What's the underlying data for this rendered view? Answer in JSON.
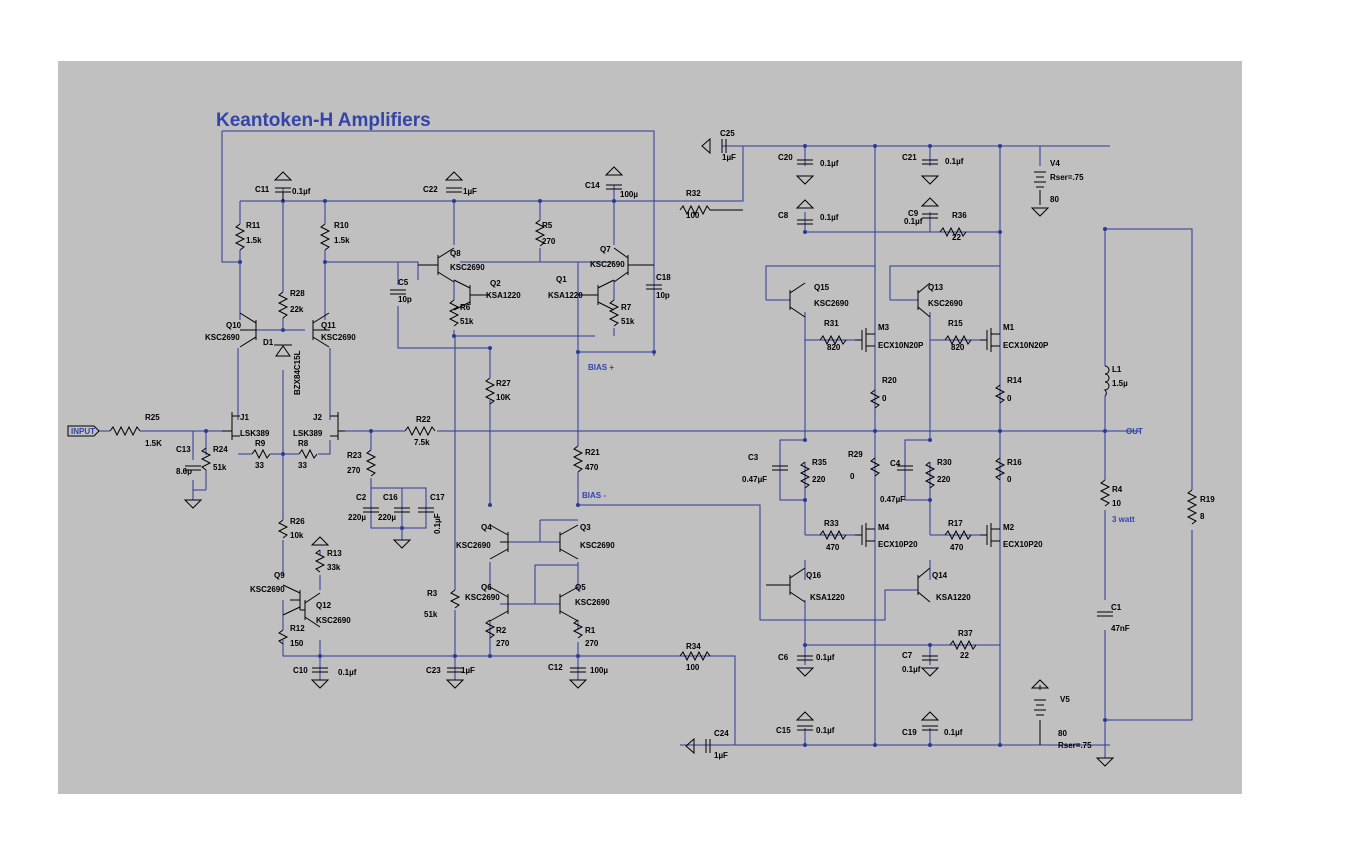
{
  "title": "Keantoken-H Amplifiers",
  "nets": {
    "input": "INPUT",
    "out": "OUT",
    "bias_plus": "BIAS +",
    "bias_minus": "BIAS -"
  },
  "colors": {
    "sheet": "#c0c0c0",
    "wire": "#2b3a9a",
    "title": "#3344aa"
  },
  "components": [
    {
      "id": "R25",
      "ref": "R25",
      "value": "1.5K"
    },
    {
      "id": "C13",
      "ref": "C13",
      "value": "8.6p"
    },
    {
      "id": "R24",
      "ref": "R24",
      "value": "51k"
    },
    {
      "id": "J1",
      "ref": "J1",
      "value": "LSK389"
    },
    {
      "id": "J2",
      "ref": "J2",
      "value": "LSK389"
    },
    {
      "id": "R9",
      "ref": "R9",
      "value": "33"
    },
    {
      "id": "R8",
      "ref": "R8",
      "value": "33"
    },
    {
      "id": "R22",
      "ref": "R22",
      "value": "7.5k"
    },
    {
      "id": "R23",
      "ref": "R23",
      "value": "270"
    },
    {
      "id": "C2",
      "ref": "C2",
      "value": "220µ"
    },
    {
      "id": "C16",
      "ref": "C16",
      "value": "220µ"
    },
    {
      "id": "C17",
      "ref": "C17",
      "value": "0.1µF"
    },
    {
      "id": "R26",
      "ref": "R26",
      "value": "10k"
    },
    {
      "id": "R13",
      "ref": "R13",
      "value": "33k"
    },
    {
      "id": "Q9",
      "ref": "Q9",
      "value": "KSC2690"
    },
    {
      "id": "Q12",
      "ref": "Q12",
      "value": "KSC2690"
    },
    {
      "id": "R12",
      "ref": "R12",
      "value": "150"
    },
    {
      "id": "C10",
      "ref": "C10",
      "value": "0.1µf"
    },
    {
      "id": "C11",
      "ref": "C11",
      "value": "0.1µf"
    },
    {
      "id": "R11",
      "ref": "R11",
      "value": "1.5k"
    },
    {
      "id": "R10",
      "ref": "R10",
      "value": "1.5k"
    },
    {
      "id": "R28",
      "ref": "R28",
      "value": "22k"
    },
    {
      "id": "Q10",
      "ref": "Q10",
      "value": "KSC2690"
    },
    {
      "id": "Q11",
      "ref": "Q11",
      "value": "KSC2690"
    },
    {
      "id": "D1",
      "ref": "D1",
      "value": "BZX84C15L"
    },
    {
      "id": "C22",
      "ref": "C22",
      "value": "1µF"
    },
    {
      "id": "C14",
      "ref": "C14",
      "value": "100µ"
    },
    {
      "id": "R5",
      "ref": "R5",
      "value": "270"
    },
    {
      "id": "Q8",
      "ref": "Q8",
      "value": "KSC2690"
    },
    {
      "id": "Q7",
      "ref": "Q7",
      "value": "KSC2690"
    },
    {
      "id": "Q2",
      "ref": "Q2",
      "value": "KSA1220"
    },
    {
      "id": "Q1",
      "ref": "Q1",
      "value": "KSA1220"
    },
    {
      "id": "C5",
      "ref": "C5",
      "value": "10p"
    },
    {
      "id": "C18",
      "ref": "C18",
      "value": "10p"
    },
    {
      "id": "R6",
      "ref": "R6",
      "value": "51k"
    },
    {
      "id": "R7",
      "ref": "R7",
      "value": "51k"
    },
    {
      "id": "R27",
      "ref": "R27",
      "value": "10K"
    },
    {
      "id": "R21",
      "ref": "R21",
      "value": "470"
    },
    {
      "id": "Q4",
      "ref": "Q4",
      "value": "KSC2690"
    },
    {
      "id": "Q3",
      "ref": "Q3",
      "value": "KSC2690"
    },
    {
      "id": "Q6",
      "ref": "Q6",
      "value": "KSC2690"
    },
    {
      "id": "Q5",
      "ref": "Q5",
      "value": "KSC2690"
    },
    {
      "id": "R3",
      "ref": "R3",
      "value": "51k"
    },
    {
      "id": "R2",
      "ref": "R2",
      "value": "270"
    },
    {
      "id": "R1",
      "ref": "R1",
      "value": "270"
    },
    {
      "id": "C23",
      "ref": "C23",
      "value": "1µF"
    },
    {
      "id": "C12",
      "ref": "C12",
      "value": "100µ"
    },
    {
      "id": "R32",
      "ref": "R32",
      "value": "100"
    },
    {
      "id": "C25",
      "ref": "C25",
      "value": "1µF"
    },
    {
      "id": "R34",
      "ref": "R34",
      "value": "100"
    },
    {
      "id": "C24",
      "ref": "C24",
      "value": "1µF"
    },
    {
      "id": "C20",
      "ref": "C20",
      "value": "0.1µf"
    },
    {
      "id": "C21",
      "ref": "C21",
      "value": "0.1µf"
    },
    {
      "id": "C8",
      "ref": "C8",
      "value": "0.1µf"
    },
    {
      "id": "C9",
      "ref": "C9",
      "value": "0.1µf"
    },
    {
      "id": "R36",
      "ref": "R36",
      "value": "22"
    },
    {
      "id": "V4",
      "ref": "V4",
      "value": "80",
      "extra": "Rser=.75"
    },
    {
      "id": "Q15",
      "ref": "Q15",
      "value": "KSC2690"
    },
    {
      "id": "Q13",
      "ref": "Q13",
      "value": "KSC2690"
    },
    {
      "id": "R31",
      "ref": "R31",
      "value": "820"
    },
    {
      "id": "R15",
      "ref": "R15",
      "value": "820"
    },
    {
      "id": "M3",
      "ref": "M3",
      "value": "ECX10N20P"
    },
    {
      "id": "M1",
      "ref": "M1",
      "value": "ECX10N20P"
    },
    {
      "id": "R20",
      "ref": "R20",
      "value": "0"
    },
    {
      "id": "R14",
      "ref": "R14",
      "value": "0"
    },
    {
      "id": "R29",
      "ref": "R29",
      "value": "0"
    },
    {
      "id": "C3",
      "ref": "C3",
      "value": "0.47µF"
    },
    {
      "id": "R35",
      "ref": "R35",
      "value": "220"
    },
    {
      "id": "C4",
      "ref": "C4",
      "value": "0.47µF"
    },
    {
      "id": "R30",
      "ref": "R30",
      "value": "220"
    },
    {
      "id": "R16",
      "ref": "R16",
      "value": "0"
    },
    {
      "id": "R33",
      "ref": "R33",
      "value": "470"
    },
    {
      "id": "R17",
      "ref": "R17",
      "value": "470"
    },
    {
      "id": "M4",
      "ref": "M4",
      "value": "ECX10P20"
    },
    {
      "id": "M2",
      "ref": "M2",
      "value": "ECX10P20"
    },
    {
      "id": "Q16",
      "ref": "Q16",
      "value": "KSA1220"
    },
    {
      "id": "Q14",
      "ref": "Q14",
      "value": "KSA1220"
    },
    {
      "id": "C6",
      "ref": "C6",
      "value": "0.1µf"
    },
    {
      "id": "C7",
      "ref": "C7",
      "value": "0.1µf"
    },
    {
      "id": "R37",
      "ref": "R37",
      "value": "22"
    },
    {
      "id": "C15",
      "ref": "C15",
      "value": "0.1µf"
    },
    {
      "id": "C19",
      "ref": "C19",
      "value": "0.1µf"
    },
    {
      "id": "V5",
      "ref": "V5",
      "value": "80",
      "extra": "Rser=.75"
    },
    {
      "id": "L1",
      "ref": "L1",
      "value": "1.5µ"
    },
    {
      "id": "R4",
      "ref": "R4",
      "value": "10",
      "extra": "3 watt"
    },
    {
      "id": "R19",
      "ref": "R19",
      "value": "8"
    },
    {
      "id": "C1",
      "ref": "C1",
      "value": "47nF"
    }
  ]
}
